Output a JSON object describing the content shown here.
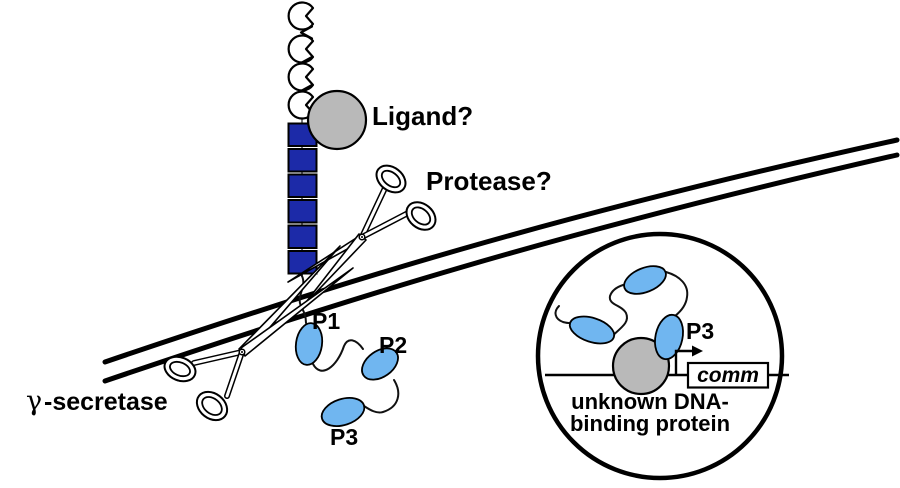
{
  "diagram": {
    "description": "Signal transduction schematic: receptor with unknown ligand, protease and gamma-secretase cleavage at membrane, released peptides P1-P3, and nucleus with unknown DNA-binding protein activating the comm gene",
    "labels": {
      "ligand": "Ligand?",
      "protease": "Protease?",
      "gamma": "γ",
      "gamma_rest": "-secretase",
      "p1": "P1",
      "p2": "P2",
      "p3": "P3",
      "nucleus_p3": "P3",
      "gene_name": "comm",
      "nucleus_caption_line1": "unknown DNA-",
      "nucleus_caption_line2": "binding protein"
    },
    "colors": {
      "receptor_blue": "#1c2aa8",
      "peptide_blue": "#70b6f0",
      "ligand_gray": "#b9b9b9",
      "line_black": "#000000",
      "background": "#ffffff"
    }
  }
}
